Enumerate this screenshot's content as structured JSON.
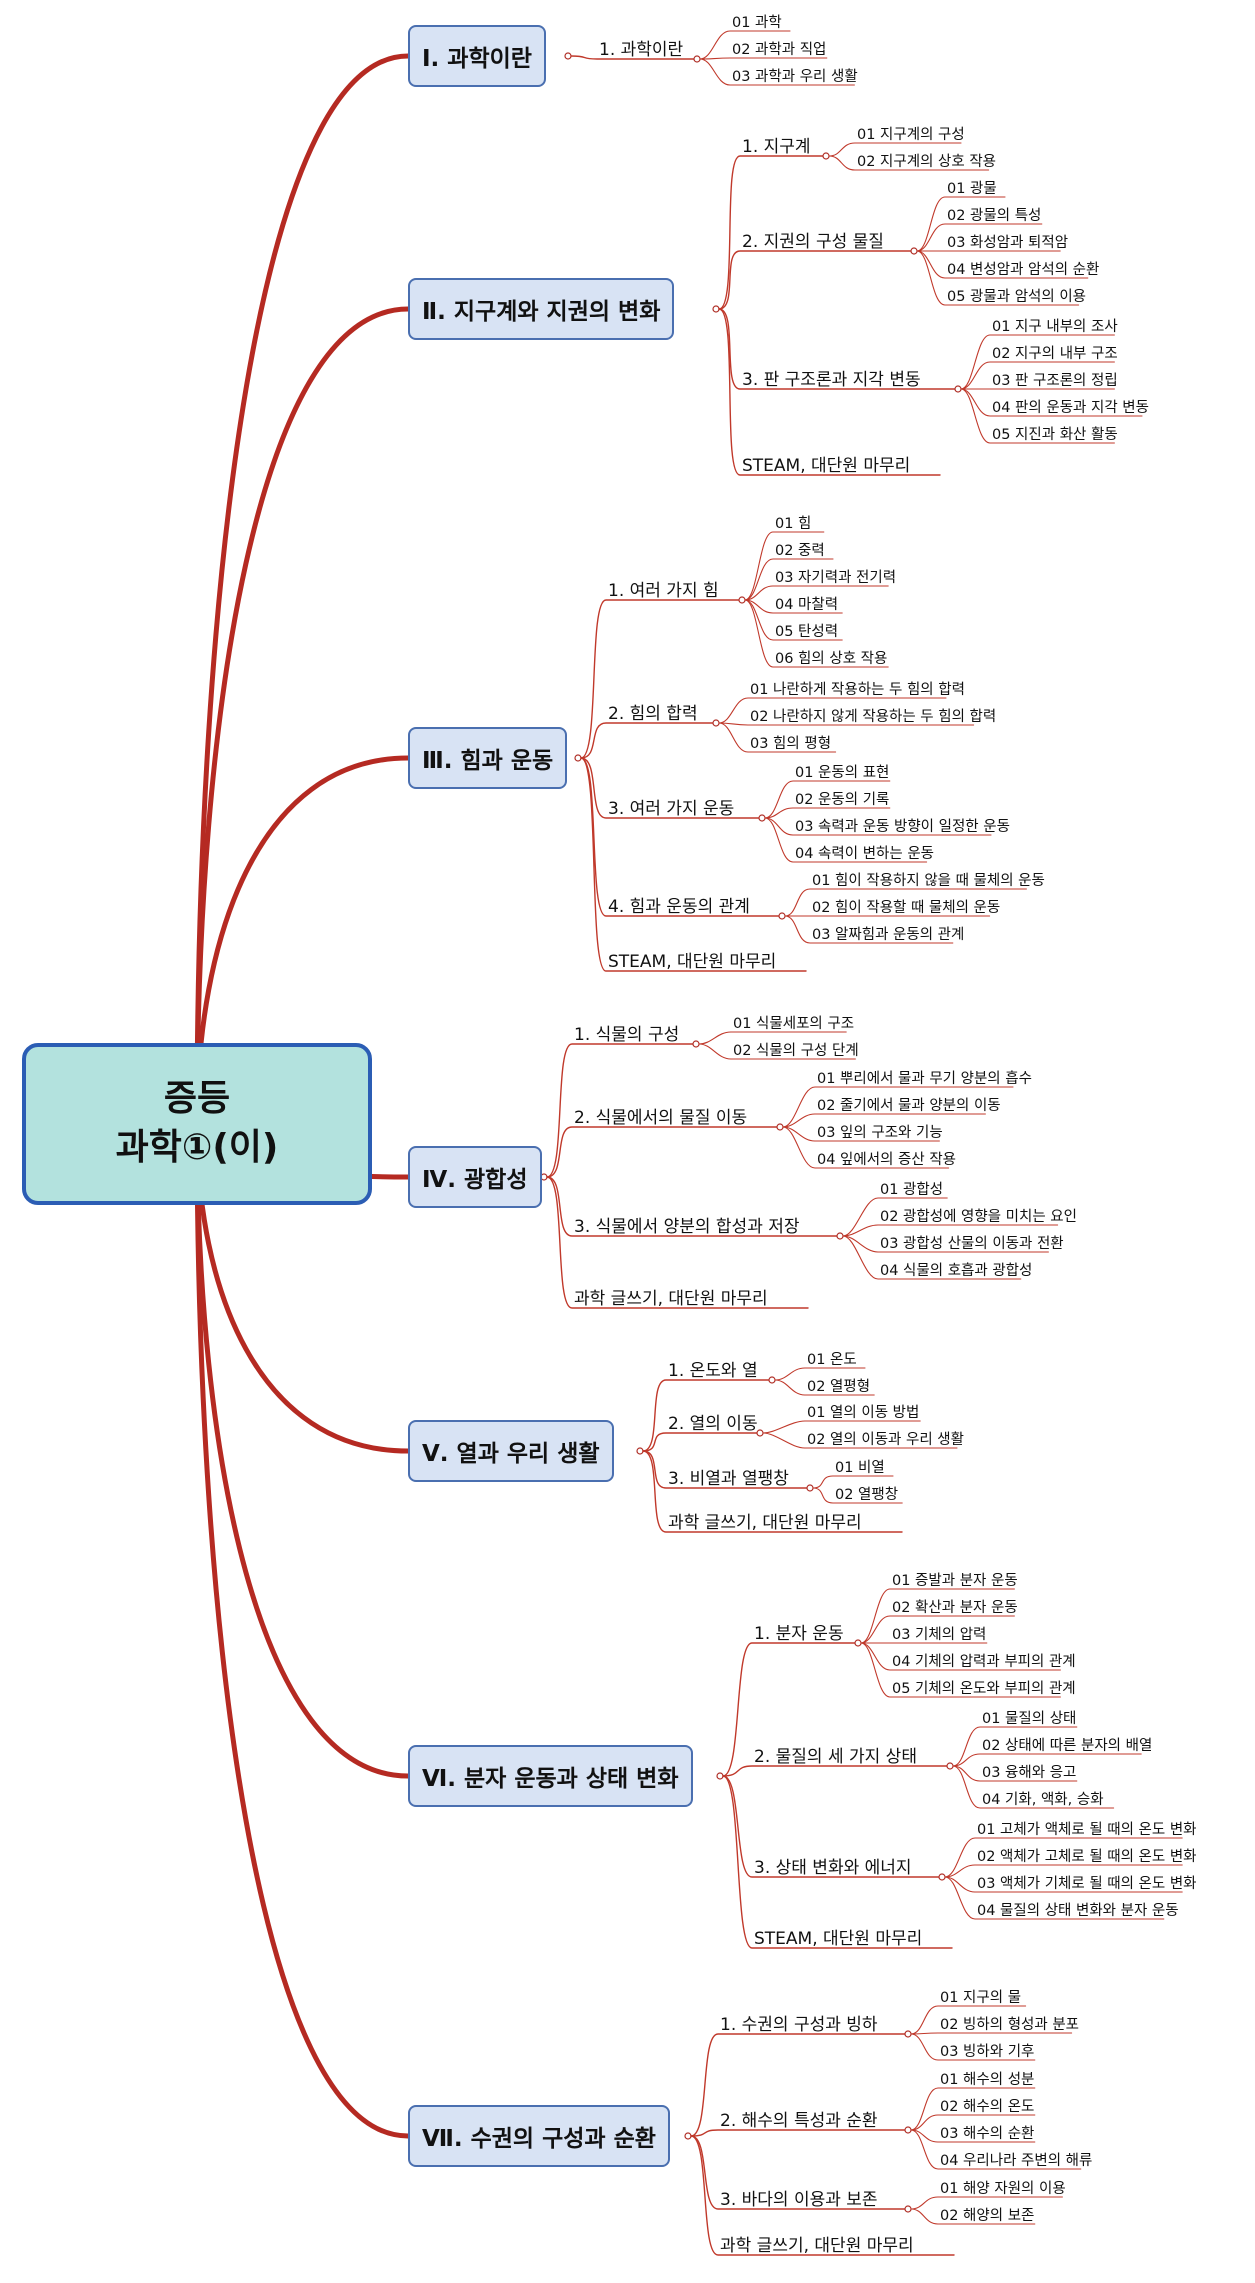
{
  "root": {
    "line1": "증등",
    "line2": "과학①(이)"
  },
  "units": [
    {
      "title": "Ⅰ. 과학이란",
      "chapters": [
        {
          "label": "1. 과학이란",
          "items": [
            "01 과학",
            "02 과학과 직업",
            "03 과학과 우리 생활"
          ]
        }
      ]
    },
    {
      "title": "Ⅱ. 지구계와 지권의 변화",
      "chapters": [
        {
          "label": "1. 지구계",
          "items": [
            "01 지구계의 구성",
            "02 지구계의 상호 작용"
          ]
        },
        {
          "label": "2. 지권의 구성 물질",
          "items": [
            "01 광물",
            "02 광물의 특성",
            "03 화성암과 퇴적암",
            "04 변성암과 암석의 순환",
            "05 광물과 암석의 이용"
          ]
        },
        {
          "label": "3. 판 구조론과 지각 변동",
          "items": [
            "01 지구 내부의 조사",
            "02 지구의 내부 구조",
            "03 판 구조론의 정립",
            "04 판의 운동과 지각 변동",
            "05 지진과 화산 활동"
          ]
        },
        {
          "label": "STEAM, 대단원 마무리",
          "items": []
        }
      ]
    },
    {
      "title": "Ⅲ. 힘과 운동",
      "chapters": [
        {
          "label": "1. 여러 가지 힘",
          "items": [
            "01 힘",
            "02 중력",
            "03 자기력과 전기력",
            "04 마찰력",
            "05 탄성력",
            "06 힘의 상호 작용"
          ]
        },
        {
          "label": "2. 힘의 합력",
          "items": [
            "01 나란하게 작용하는 두 힘의 합력",
            "02 나란하지 않게 작용하는 두 힘의 합력",
            "03 힘의 평형"
          ]
        },
        {
          "label": "3. 여러 가지 운동",
          "items": [
            "01 운동의 표현",
            "02 운동의 기록",
            "03 속력과 운동 방향이 일정한 운동",
            "04 속력이 변하는 운동"
          ]
        },
        {
          "label": "4. 힘과 운동의 관계",
          "items": [
            "01 힘이 작용하지 않을 때 물체의 운동",
            "02 힘이 작용할 때 물체의 운동",
            "03 알짜힘과 운동의 관계"
          ]
        },
        {
          "label": "STEAM, 대단원 마무리",
          "items": []
        }
      ]
    },
    {
      "title": "Ⅳ. 광합성",
      "chapters": [
        {
          "label": "1. 식물의 구성",
          "items": [
            "01 식물세포의 구조",
            "02 식물의 구성 단계"
          ]
        },
        {
          "label": "2. 식물에서의 물질 이동",
          "items": [
            "01 뿌리에서 물과 무기 양분의 흡수",
            "02 줄기에서 물과 양분의 이동",
            "03 잎의 구조와 기능",
            "04 잎에서의 증산 작용"
          ]
        },
        {
          "label": "3. 식물에서 양분의 합성과 저장",
          "items": [
            "01 광합성",
            "02 광합성에 영향을 미치는 요인",
            "03 광합성 산물의 이동과 전환",
            "04 식물의 호흡과 광합성"
          ]
        },
        {
          "label": "과학 글쓰기, 대단원 마무리",
          "items": []
        }
      ]
    },
    {
      "title": "Ⅴ. 열과 우리 생활",
      "chapters": [
        {
          "label": "1. 온도와 열",
          "items": [
            "01 온도",
            "02 열평형"
          ]
        },
        {
          "label": "2. 열의 이동",
          "items": [
            "01 열의 이동 방법",
            "02 열의 이동과 우리 생활"
          ]
        },
        {
          "label": "3. 비열과 열팽창",
          "items": [
            "01 비열",
            "02 열팽창"
          ]
        },
        {
          "label": "과학 글쓰기, 대단원 마무리",
          "items": []
        }
      ]
    },
    {
      "title": "Ⅵ. 분자 운동과 상태 변화",
      "chapters": [
        {
          "label": "1. 분자 운동",
          "items": [
            "01 증발과 분자 운동",
            "02 확산과 분자 운동",
            "03 기체의 압력",
            "04 기체의 압력과 부피의 관계",
            "05 기체의 온도와 부피의 관계"
          ]
        },
        {
          "label": "2. 물질의 세 가지 상태",
          "items": [
            "01 물질의 상태",
            "02 상태에 따른 분자의 배열",
            "03 융해와 응고",
            "04 기화, 액화, 승화"
          ]
        },
        {
          "label": "3. 상태 변화와 에너지",
          "items": [
            "01 고체가 액체로 될 때의 온도 변화",
            "02 액체가 고체로 될 때의 온도 변화",
            "03 액체가 기체로 될 때의 온도 변화",
            "04 물질의 상태 변화와 분자 운동"
          ]
        },
        {
          "label": "STEAM, 대단원 마무리",
          "items": []
        }
      ]
    },
    {
      "title": "Ⅶ. 수권의 구성과 순환",
      "chapters": [
        {
          "label": "1. 수권의 구성과 빙하",
          "items": [
            "01 지구의 물",
            "02 빙하의 형성과 분포",
            "03 빙하와 기후"
          ]
        },
        {
          "label": "2. 해수의 특성과 순환",
          "items": [
            "01 해수의 성분",
            "02 해수의 온도",
            "03 해수의 순환",
            "04 우리나라 주변의 해류"
          ]
        },
        {
          "label": "3. 바다의 이용과 보존",
          "items": [
            "01 해양 자원의 이용",
            "02 해양의 보존"
          ]
        },
        {
          "label": "과학 글쓰기, 대단원 마무리",
          "items": []
        }
      ]
    }
  ]
}
